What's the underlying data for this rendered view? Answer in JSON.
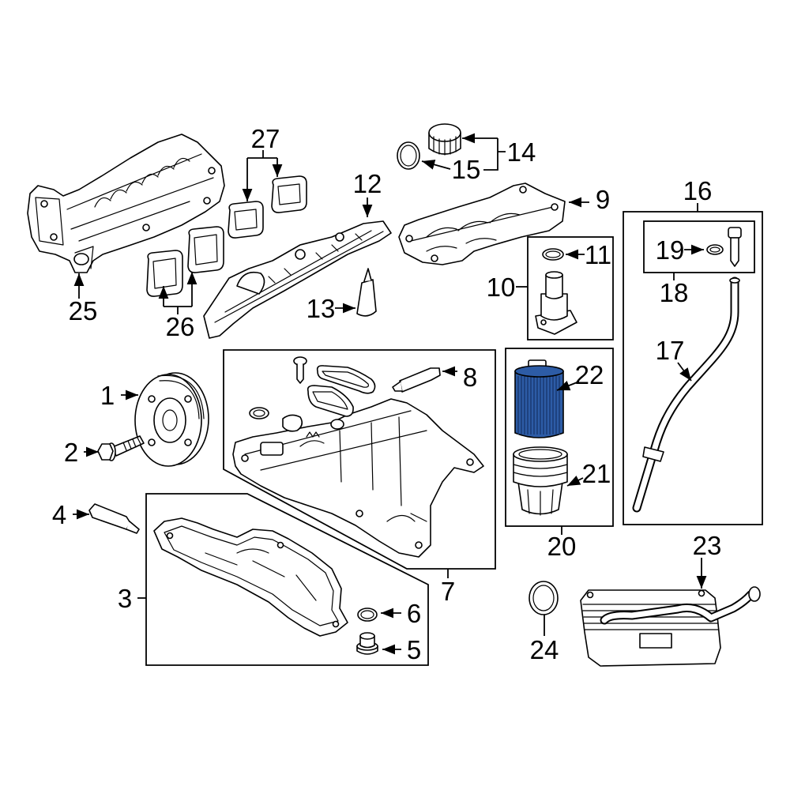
{
  "callouts": [
    "1",
    "2",
    "3",
    "4",
    "5",
    "6",
    "7",
    "8",
    "9",
    "10",
    "11",
    "12",
    "13",
    "14",
    "15",
    "16",
    "17",
    "18",
    "19",
    "20",
    "21",
    "22",
    "23",
    "24",
    "25",
    "26",
    "27"
  ],
  "colors": {
    "line": "#000000",
    "background": "#ffffff",
    "highlight": "#2d5ca6",
    "highlight_dark": "#17376f"
  }
}
